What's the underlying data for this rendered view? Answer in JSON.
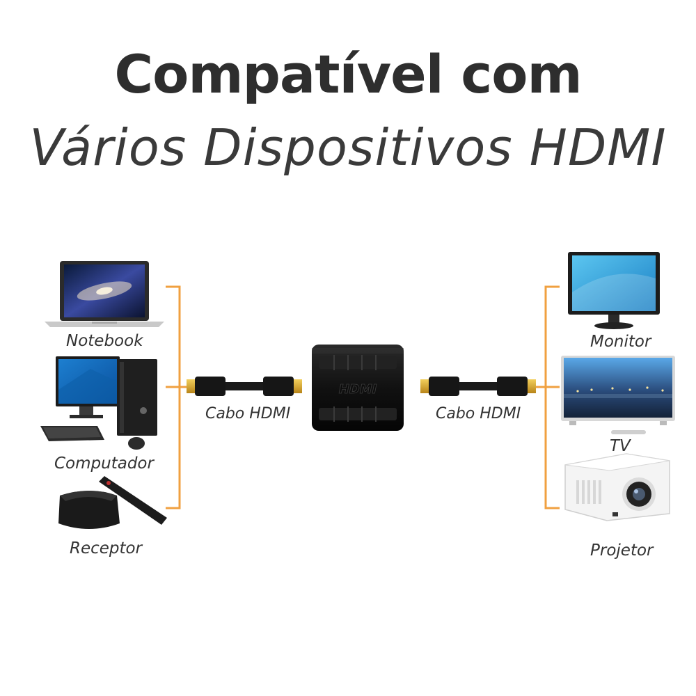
{
  "title": {
    "line1": "Compatível com",
    "line2": "Vários Dispositivos HDMI"
  },
  "sources": [
    {
      "label": "Notebook",
      "icon": "laptop-icon"
    },
    {
      "label": "Computador",
      "icon": "desktop-computer-icon"
    },
    {
      "label": "Receptor",
      "icon": "tv-receiver-icon"
    }
  ],
  "cables": {
    "left_label": "Cabo HDMI",
    "right_label": "Cabo HDMI"
  },
  "adapter": {
    "logo_text": "HDMI",
    "icon": "hdmi-female-coupler-icon"
  },
  "destinations": [
    {
      "label": "Monitor",
      "icon": "monitor-icon"
    },
    {
      "label": "TV",
      "icon": "tv-icon"
    },
    {
      "label": "Projetor",
      "icon": "projector-icon"
    }
  ],
  "colors": {
    "bracket": "#f0a040",
    "text": "#2e2e2e",
    "connector_gold": "#d9a62a"
  }
}
